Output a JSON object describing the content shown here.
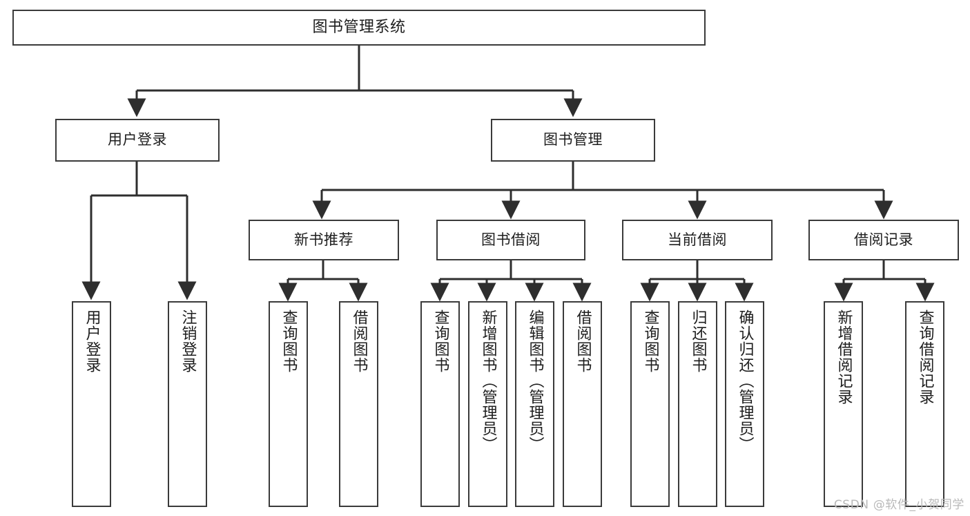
{
  "diagram": {
    "title": "图书管理系统",
    "type": "hierarchy-tree",
    "background_color": "#ffffff",
    "line_color": "#3a3a3a",
    "box_border_color": "#3a3a3a",
    "text_color": "#1d1d1d",
    "watermark": "CSDN @软件_小贺同学"
  },
  "nodes": {
    "root": {
      "label": "图书管理系统",
      "level": 1
    },
    "level2": [
      {
        "label": "用户登录",
        "level": 2
      },
      {
        "label": "图书管理",
        "level": 2
      }
    ],
    "level3": [
      {
        "label": "新书推荐",
        "level": 3
      },
      {
        "label": "图书借阅",
        "level": 3
      },
      {
        "label": "当前借阅",
        "level": 3
      },
      {
        "label": "借阅记录",
        "level": 3
      }
    ],
    "leaves_user_login": [
      {
        "label": "用户登录",
        "level": 4
      },
      {
        "label": "注销登录",
        "level": 4
      }
    ],
    "leaves_new_book": [
      {
        "label": "查询图书",
        "level": 4
      },
      {
        "label": "借阅图书",
        "level": 4
      }
    ],
    "leaves_book_borrow": [
      {
        "label": "查询图书",
        "level": 4
      },
      {
        "label": "新增图书（管理员）",
        "level": 4
      },
      {
        "label": "编辑图书（管理员）",
        "level": 4
      },
      {
        "label": "借阅图书",
        "level": 4
      }
    ],
    "leaves_current_borrow": [
      {
        "label": "查询图书",
        "level": 4
      },
      {
        "label": "归还图书",
        "level": 4
      },
      {
        "label": "确认归还（管理员）",
        "level": 4
      }
    ],
    "leaves_borrow_record": [
      {
        "label": "新增借阅记录",
        "level": 4
      },
      {
        "label": "查询借阅记录",
        "level": 4
      }
    ]
  }
}
